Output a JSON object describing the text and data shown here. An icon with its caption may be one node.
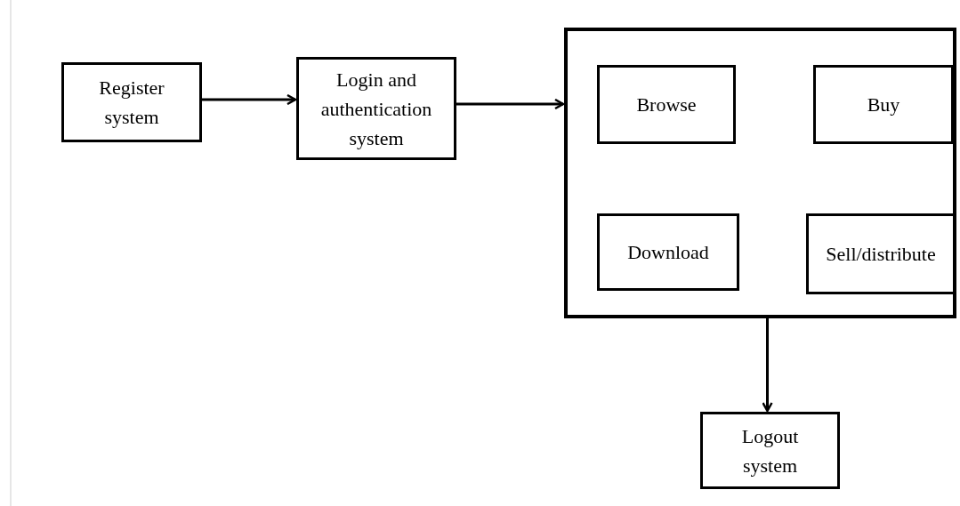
{
  "diagram": {
    "nodes": [
      {
        "text": [
          "Register system"
        ]
      },
      {
        "text": [
          "Login and authentication system"
        ]
      },
      {
        "text": [],
        "shape": "box"
      },
      {
        "text": [
          "Browse"
        ],
        "in": 2
      },
      {
        "text": [
          "Buy"
        ],
        "in": 2
      },
      {
        "text": [
          "Download"
        ],
        "in": 2
      },
      {
        "text": [
          "Sell/distribute"
        ],
        "in": 2
      },
      {
        "text": [
          "Logout system"
        ]
      }
    ],
    "edges": [
      {
        "from": 0,
        "to": 1,
        "arrow": "to"
      },
      {
        "from": 1,
        "to": 2,
        "arrow": "to"
      },
      {
        "from": 2,
        "to": 7,
        "arrow": "to"
      }
    ]
  }
}
